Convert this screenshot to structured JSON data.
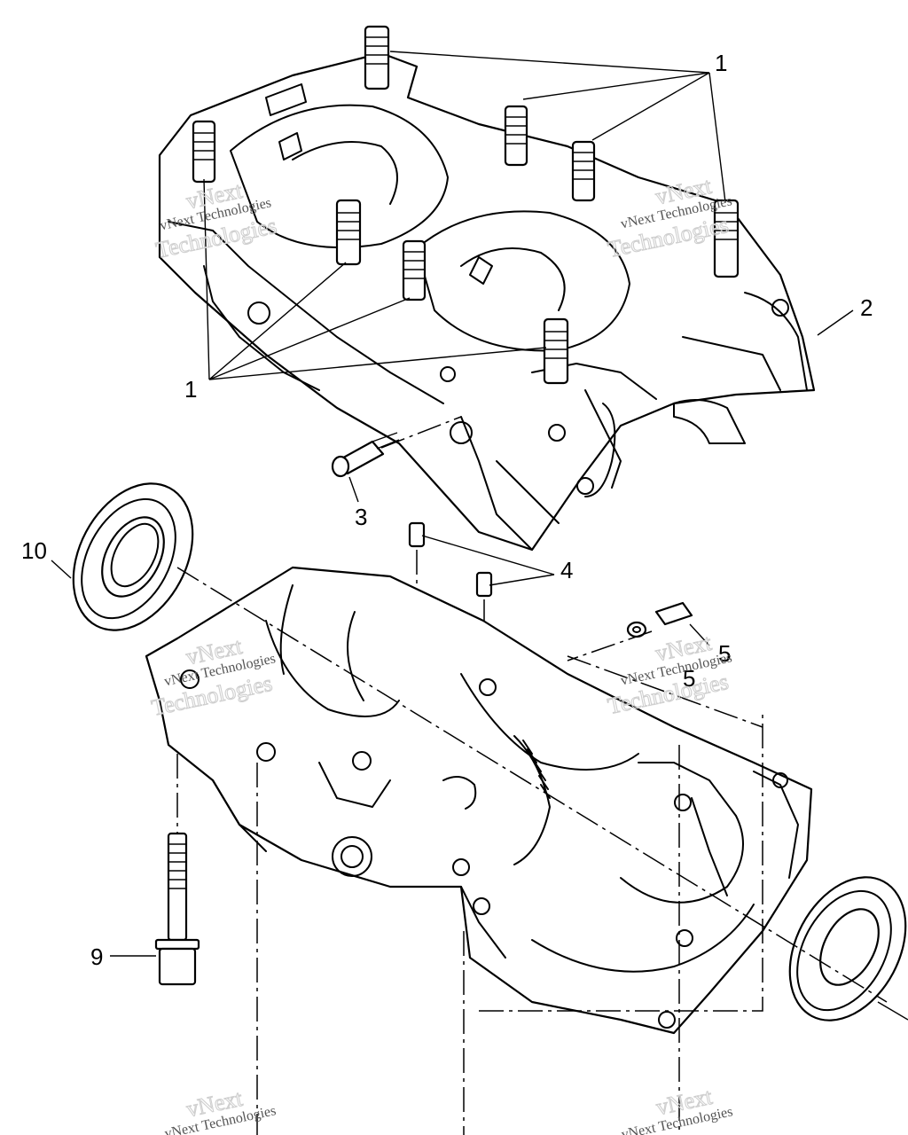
{
  "callouts": {
    "c1_top": "1",
    "c1_left": "1",
    "c2": "2",
    "c3": "3",
    "c4": "4",
    "c5_a": "5",
    "c5_b": "5",
    "c9": "9",
    "c10": "10"
  },
  "watermark": {
    "line_small": "vNext Technologies",
    "line_big_1": "vNext",
    "line_big_2": "Technologies"
  }
}
